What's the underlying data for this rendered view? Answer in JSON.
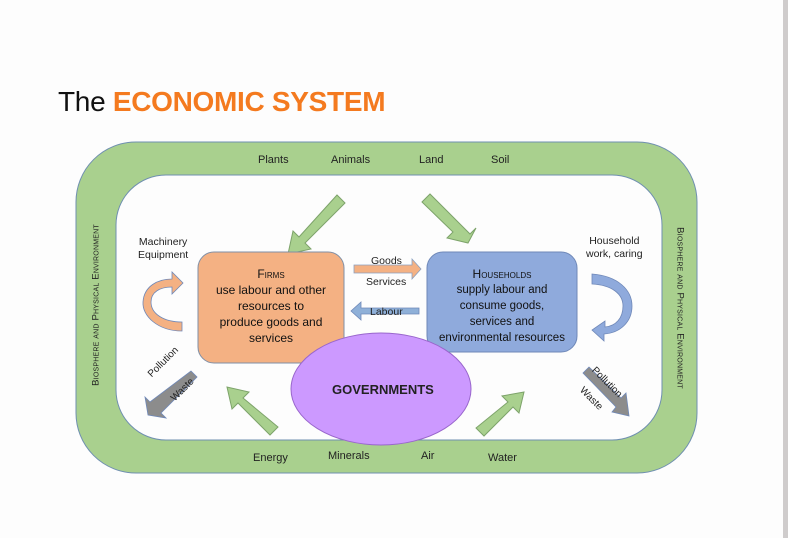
{
  "title": {
    "prefix": "The",
    "highlight": "ECONOMIC SYSTEM"
  },
  "colors": {
    "accent": "#f47a1f",
    "frame_green": "#a9d08e",
    "firms_orange": "#f4b183",
    "households_blue": "#8faadc",
    "government_purple": "#cc99ff",
    "waste_gray": "#8c8c8c"
  },
  "frame": {
    "left_label": "Biosphere and Physical Environment",
    "right_label": "Biosphere and Physical Environment",
    "top_resources": [
      "Plants",
      "Animals",
      "Land",
      "Soil"
    ],
    "bottom_resources": [
      "Energy",
      "Minerals",
      "Air",
      "Water"
    ]
  },
  "firms": {
    "heading": "Firms",
    "description": "use labour and other resources to produce goods and services",
    "lines": [
      "use labour and other",
      "resources to",
      "produce goods and",
      "services"
    ],
    "loop_label": [
      "Machinery",
      "Equipment"
    ],
    "waste_labels": [
      "Pollution",
      "Waste"
    ]
  },
  "households": {
    "heading": "Households",
    "lines": [
      "supply labour and",
      "consume goods,",
      "services and",
      "environmental resources"
    ],
    "loop_label": [
      "Household",
      "work, caring"
    ],
    "waste_labels": [
      "Pollution",
      "Waste"
    ]
  },
  "flows": {
    "to_households": [
      "Goods",
      "Services"
    ],
    "to_firms": "Labour"
  },
  "government": {
    "label": "GOVERNMENTS"
  },
  "icons": [
    "green-resource-arrow",
    "curved-loop-arrow",
    "gray-waste-arrow"
  ]
}
